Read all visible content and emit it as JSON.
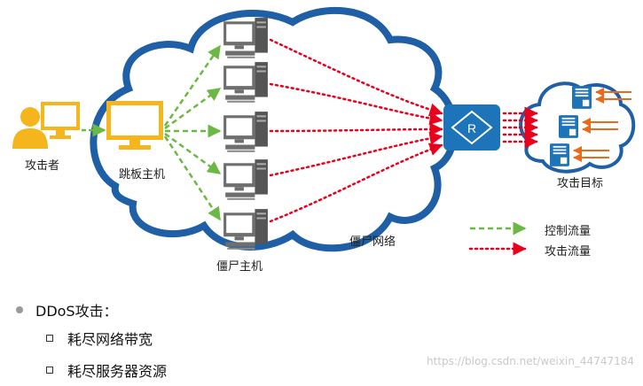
{
  "labels": {
    "attacker": "攻击者",
    "jump_host": "跳板主机",
    "zombie_host": "僵尸主机",
    "zombie_network": "僵尸网络",
    "target": "攻击目标",
    "router_letter": "R"
  },
  "legend": {
    "control": "控制流量",
    "attack": "攻击流量"
  },
  "bullets": {
    "main": "DDoS攻击：",
    "items": [
      "耗尽网络带宽",
      "耗尽服务器资源"
    ]
  },
  "watermark": "https://blog.csdn.net/weixin_44747184",
  "colors": {
    "cloud_border": "#1f5fa6",
    "attacker_yellow": "#f5b51c",
    "control_green": "#6cb845",
    "attack_red": "#e8001c",
    "router_blue": "#1d74b8",
    "computer_gray": "#6e6e6e",
    "attack_arrow_orange": "#e86a1a"
  }
}
